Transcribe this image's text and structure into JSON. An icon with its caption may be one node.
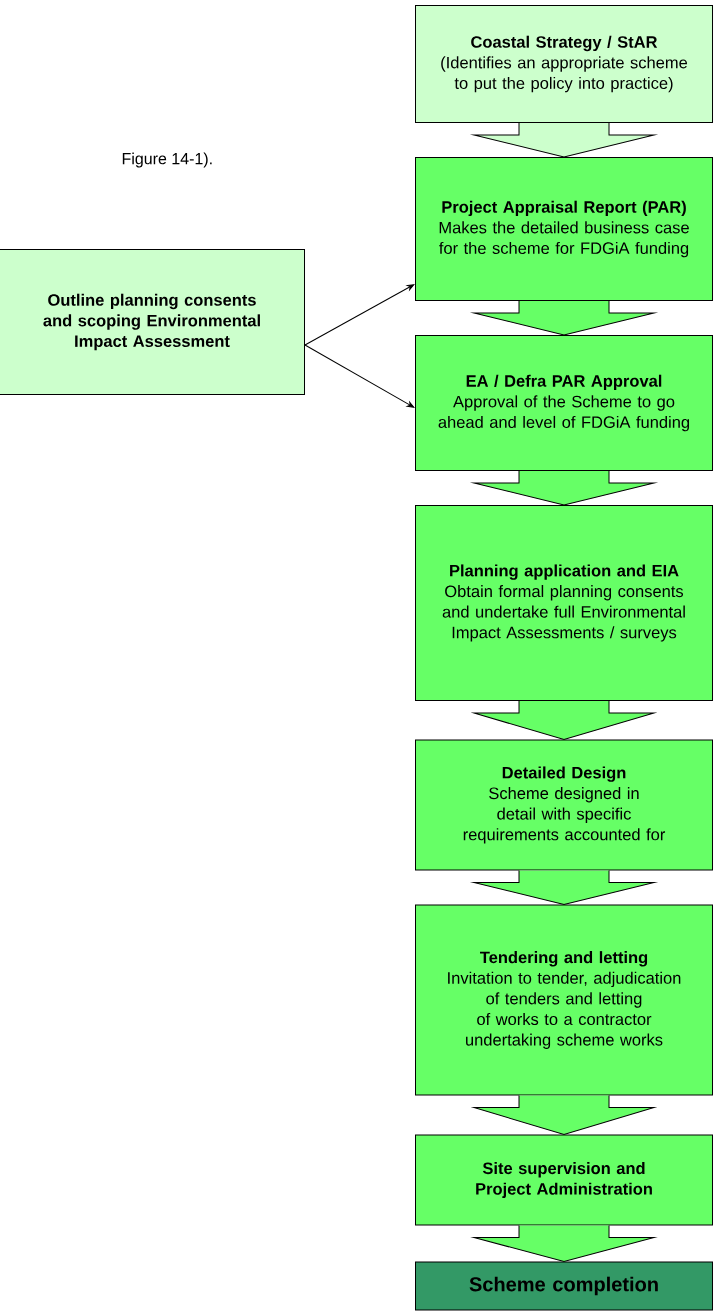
{
  "diagram": {
    "nodes": [
      {
        "text": [
          "Coastal Strategy / StAR",
          "(Identifies an appropriate scheme to put the policy into practice)"
        ]
      },
      {
        "text": [
          "Project Appraisal Report (PAR)",
          "Makes the detailed business case for the scheme for FDGiA funding"
        ]
      },
      {
        "text": [
          "Outline planning consents and scoping Environmental Impact Assessment"
        ]
      },
      {
        "text": [
          "EA / Defra PAR Approval",
          "Approval of the Scheme to go ahead and level of FDGiA funding"
        ]
      },
      {
        "text": [
          "Planning application and EIA",
          "Obtain formal planning consents and undertake full Environmental Impact Assessments / surveys"
        ]
      },
      {
        "text": [
          "Detailed Design",
          "Scheme designed in detail with specific requirements accounted for"
        ]
      },
      {
        "text": [
          "Tendering and letting",
          "Invitation to tender, adjudication of tenders and letting of works to a contractor undertaking scheme works"
        ]
      },
      {
        "text": [
          "Site supervision and Project Administration"
        ]
      },
      {
        "text": [
          "Scheme completion"
        ]
      }
    ],
    "edges": [
      {
        "from": 0,
        "to": 1,
        "arrow": "to",
        "style": "thick",
        "color": "#ccffcc"
      },
      {
        "from": 1,
        "to": 3,
        "arrow": "to",
        "style": "thick"
      },
      {
        "from": 3,
        "to": 4,
        "arrow": "to",
        "style": "thick"
      },
      {
        "from": 4,
        "to": 5,
        "arrow": "to",
        "style": "thick"
      },
      {
        "from": 5,
        "to": 6,
        "arrow": "to",
        "style": "thick"
      },
      {
        "from": 6,
        "to": 7,
        "arrow": "to",
        "style": "thick"
      },
      {
        "from": 7,
        "to": 8,
        "arrow": "to",
        "style": "thick"
      },
      {
        "from": 2,
        "to": 1,
        "arrow": "to"
      },
      {
        "from": 2,
        "to": 3,
        "arrow": "to"
      }
    ],
    "labels": [
      "Figure 14-1)."
    ]
  }
}
